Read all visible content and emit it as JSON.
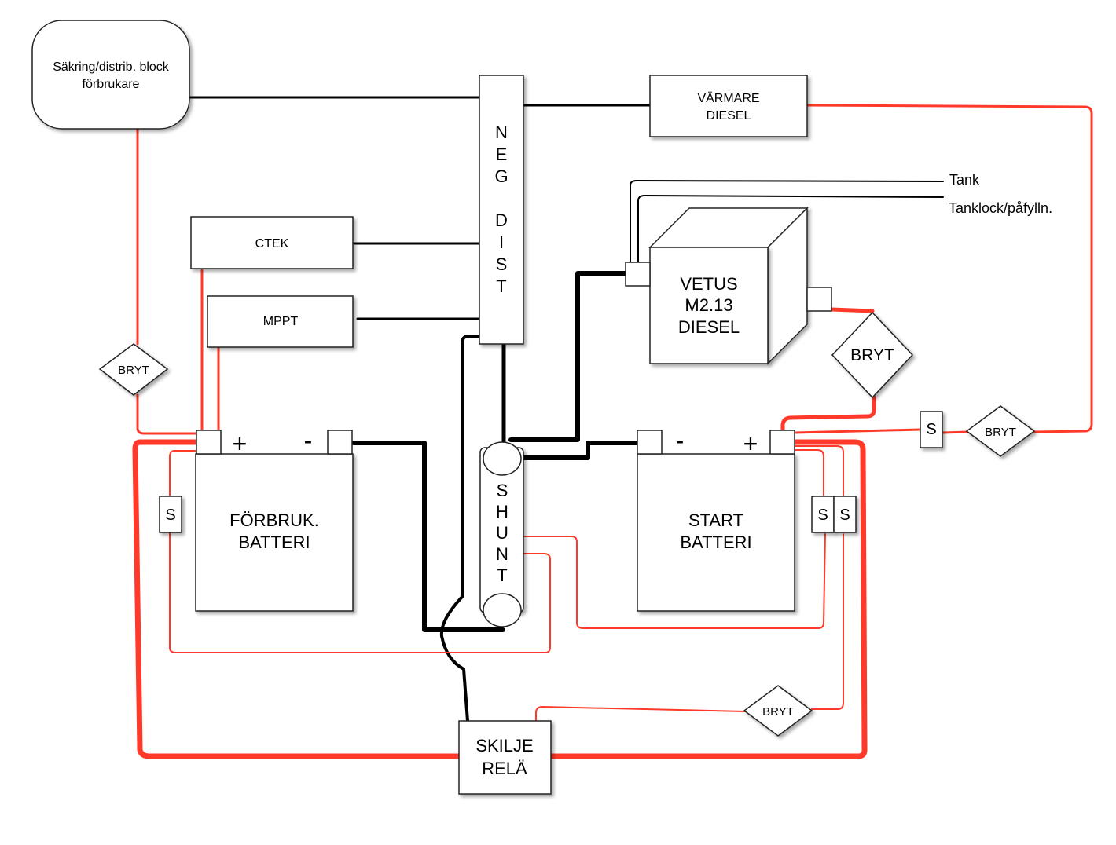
{
  "colors": {
    "positive_wire": "#ff3a2a",
    "negative_wire": "#000000",
    "box_fill": "#ffffff",
    "box_stroke": "#222222"
  },
  "components": {
    "fuse_block": {
      "line1": "Säkring/distrib. block",
      "line2": "förbrukare"
    },
    "neg_dist": {
      "letters": [
        "N",
        "E",
        "G",
        "",
        "D",
        "I",
        "S",
        "T"
      ]
    },
    "heater": {
      "line1": "VÄRMARE",
      "line2": "DIESEL"
    },
    "ctek": {
      "label": "CTEK"
    },
    "mppt": {
      "label": "MPPT"
    },
    "engine": {
      "line1": "VETUS",
      "line2": "M2.13",
      "line3": "DIESEL"
    },
    "tank_label": "Tank",
    "tank_cap_label": "Tanklock/påfylln.",
    "consumer_battery": {
      "line1": "FÖRBRUK.",
      "line2": "BATTERI",
      "plus": "+",
      "minus": "-"
    },
    "start_battery": {
      "line1": "START",
      "line2": "BATTERI",
      "plus": "+",
      "minus": "-"
    },
    "shunt": {
      "letters": [
        "S",
        "H",
        "U",
        "N",
        "T"
      ]
    },
    "relay": {
      "line1": "SKILJE",
      "line2": "RELÄ"
    },
    "breakers": {
      "consumer": "BRYT",
      "engine": "BRYT",
      "heater": "BRYT",
      "relay": "BRYT"
    },
    "sensors": {
      "heater": "S",
      "consumer_battery": "S",
      "start_battery_1": "S",
      "start_battery_2": "S"
    }
  }
}
